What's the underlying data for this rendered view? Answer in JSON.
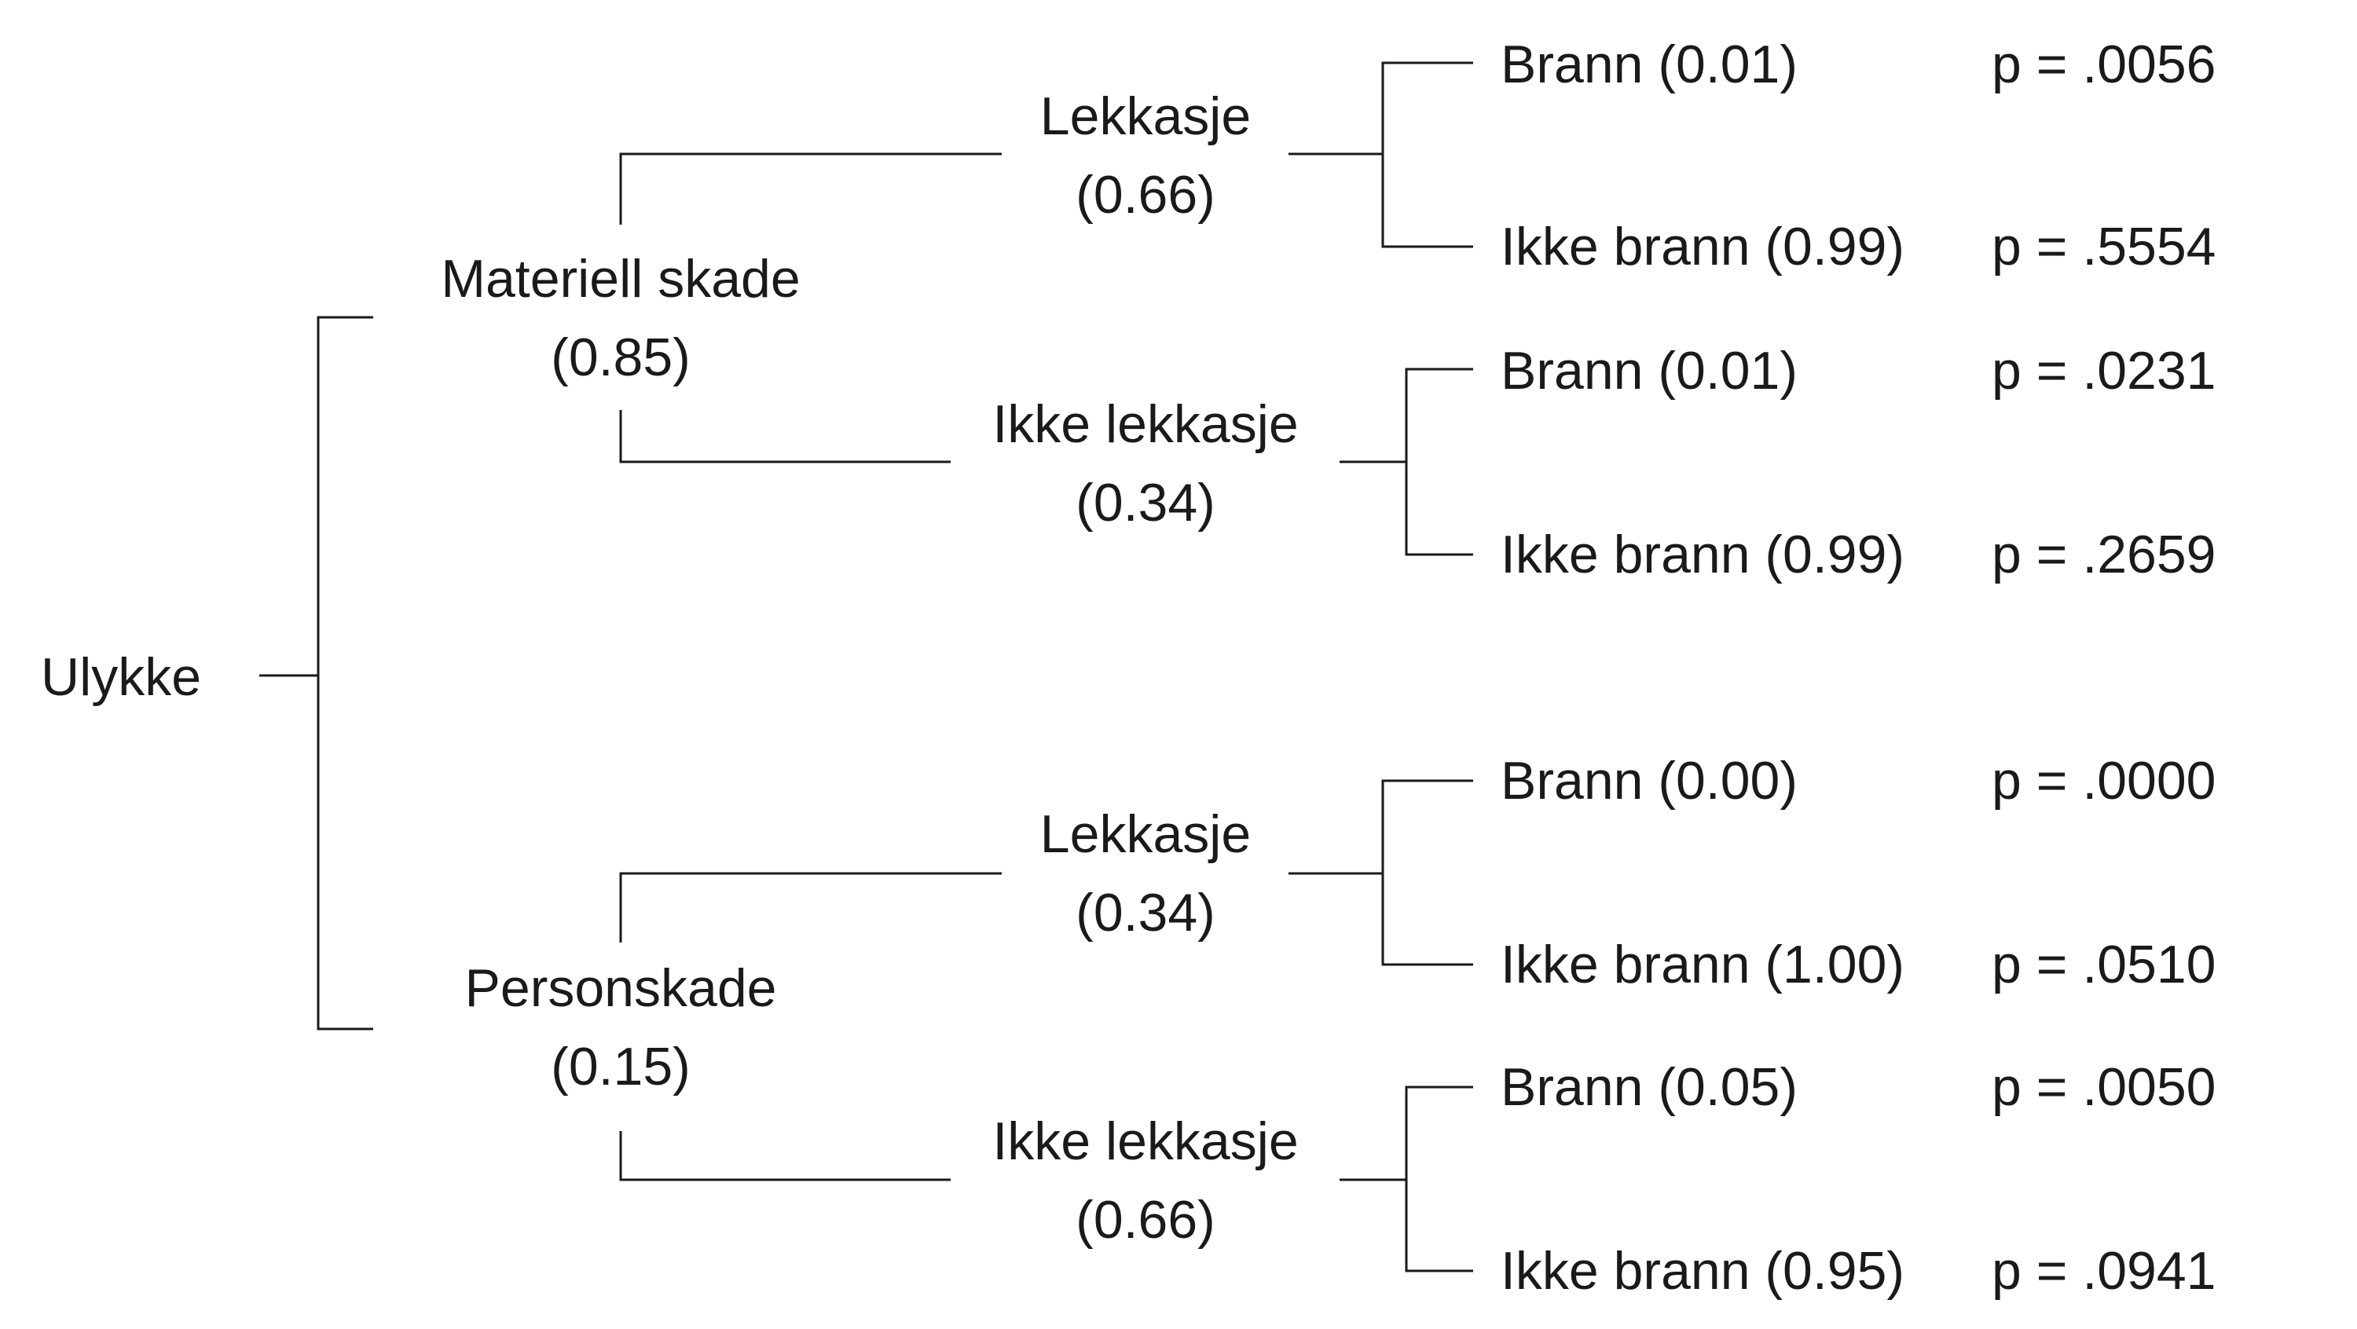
{
  "root": {
    "label": "Ulykke"
  },
  "branches": [
    {
      "label": "Materiell skade",
      "prob": "(0.85)",
      "children": [
        {
          "label": "Lekkasje",
          "prob": "(0.66)",
          "outcomes": [
            {
              "label": "Brann (0.01)",
              "p": "p = .0056"
            },
            {
              "label": "Ikke brann (0.99)",
              "p": "p = .5554"
            }
          ]
        },
        {
          "label": "Ikke lekkasje",
          "prob": "(0.34)",
          "outcomes": [
            {
              "label": "Brann (0.01)",
              "p": "p = .0231"
            },
            {
              "label": "Ikke brann (0.99)",
              "p": "p = .2659"
            }
          ]
        }
      ]
    },
    {
      "label": "Personskade",
      "prob": "(0.15)",
      "children": [
        {
          "label": "Lekkasje",
          "prob": "(0.34)",
          "outcomes": [
            {
              "label": "Brann (0.00)",
              "p": "p = .0000"
            },
            {
              "label": "Ikke brann (1.00)",
              "p": "p = .0510"
            }
          ]
        },
        {
          "label": "Ikke lekkasje",
          "prob": "(0.66)",
          "outcomes": [
            {
              "label": "Brann (0.05)",
              "p": "p = .0050"
            },
            {
              "label": "Ikke brann (0.95)",
              "p": "p = .0941"
            }
          ]
        }
      ]
    }
  ]
}
